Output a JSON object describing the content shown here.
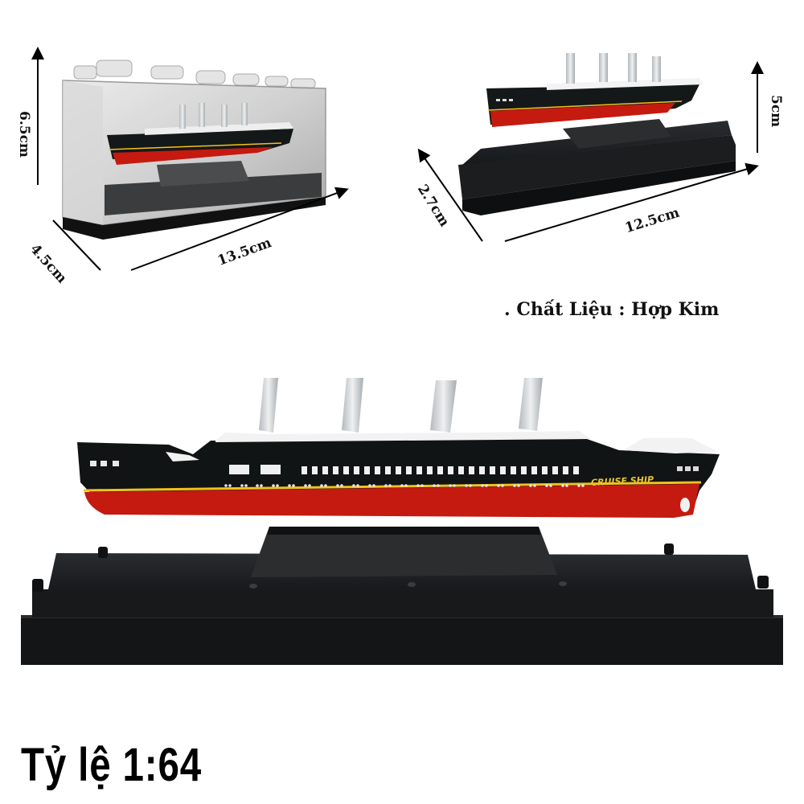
{
  "panels": {
    "display_case": {
      "description": "ship model in clear acrylic brick-style display case",
      "dimensions": {
        "height": "6.5cm",
        "depth": "4.5cm",
        "length": "13.5cm"
      }
    },
    "ship_on_stand": {
      "description": "ship model on black base stand",
      "dimensions": {
        "height": "5cm",
        "depth": "2.7cm",
        "length": "12.5cm"
      }
    },
    "main_model": {
      "hull_text": "CRUISE SHIP",
      "funnel_count": 4
    }
  },
  "material_label": ". Chất Liệu : Hợp Kim",
  "scale_label": "Tỷ lệ 1:64",
  "colors": {
    "hull_black": "#111414",
    "hull_red": "#c41a10",
    "stripe_yellow": "#f2c21a",
    "deck_white": "#f2f2f2",
    "funnel_silver": "#cfd3d6",
    "base_black": "#1c1e20"
  }
}
